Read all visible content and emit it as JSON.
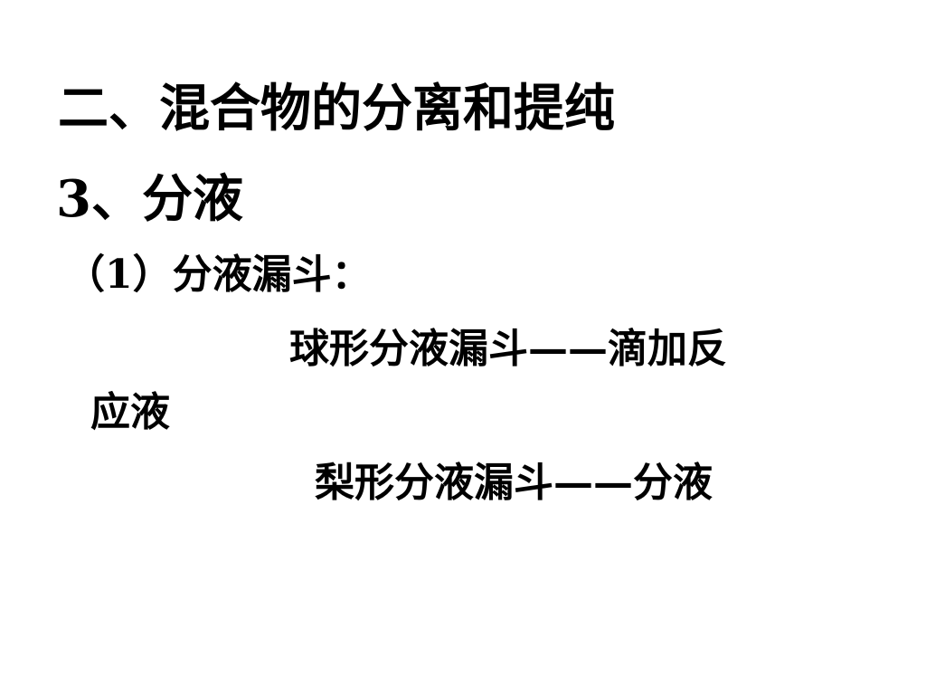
{
  "slide": {
    "title": "二、混合物的分离和提纯",
    "section": "3、分液",
    "subsection": "（1）分液漏斗：",
    "items": [
      {
        "line1": "球形分液漏斗——滴加反",
        "line2": "应液"
      },
      {
        "line1": "梨形分液漏斗——分液"
      }
    ]
  }
}
